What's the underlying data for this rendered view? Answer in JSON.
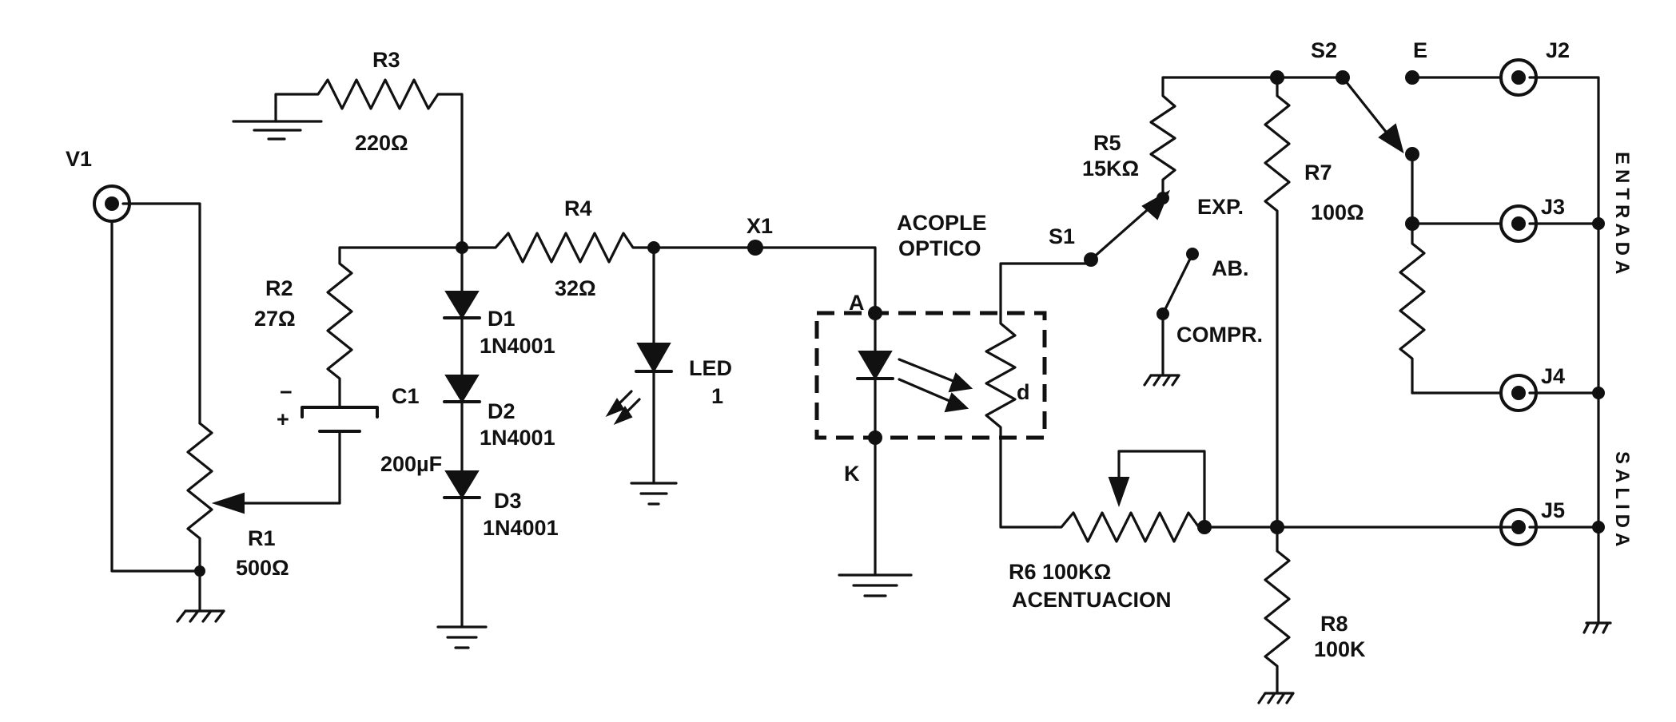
{
  "labels": {
    "v1": "V1",
    "r1": "R1",
    "r1_value": "500Ω",
    "r2": "R2",
    "r2_value": "27Ω",
    "r3": "R3",
    "r3_value": "220Ω",
    "r4": "R4",
    "r4_value": "32Ω",
    "c1": "C1",
    "c1_value": "200µF",
    "c1_minus": "−",
    "c1_plus": "+",
    "d1": "D1",
    "d1_part": "1N4001",
    "d2": "D2",
    "d2_part": "1N4001",
    "d3": "D3",
    "d3_part": "1N4001",
    "led": "LED",
    "led_num": "1",
    "x1": "X1",
    "acople_1": "ACOPLE",
    "acople_2": "OPTICO",
    "anode": "A",
    "cathode": "K",
    "ldr": "d",
    "s1": "S1",
    "r5": "R5",
    "r5_value": "15KΩ",
    "exp": "EXP.",
    "ab": "AB.",
    "compr": "COMPR.",
    "r6": "R6 100KΩ",
    "r6_name": "ACENTUACION",
    "r7": "R7",
    "r7_value": "100Ω",
    "r8": "R8",
    "r8_value": "100K",
    "s2": "S2",
    "e": "E",
    "j2": "J2",
    "j3": "J3",
    "j4": "J4",
    "j5": "J5",
    "entrada": "ENTRADA",
    "salida": "SALIDA"
  }
}
